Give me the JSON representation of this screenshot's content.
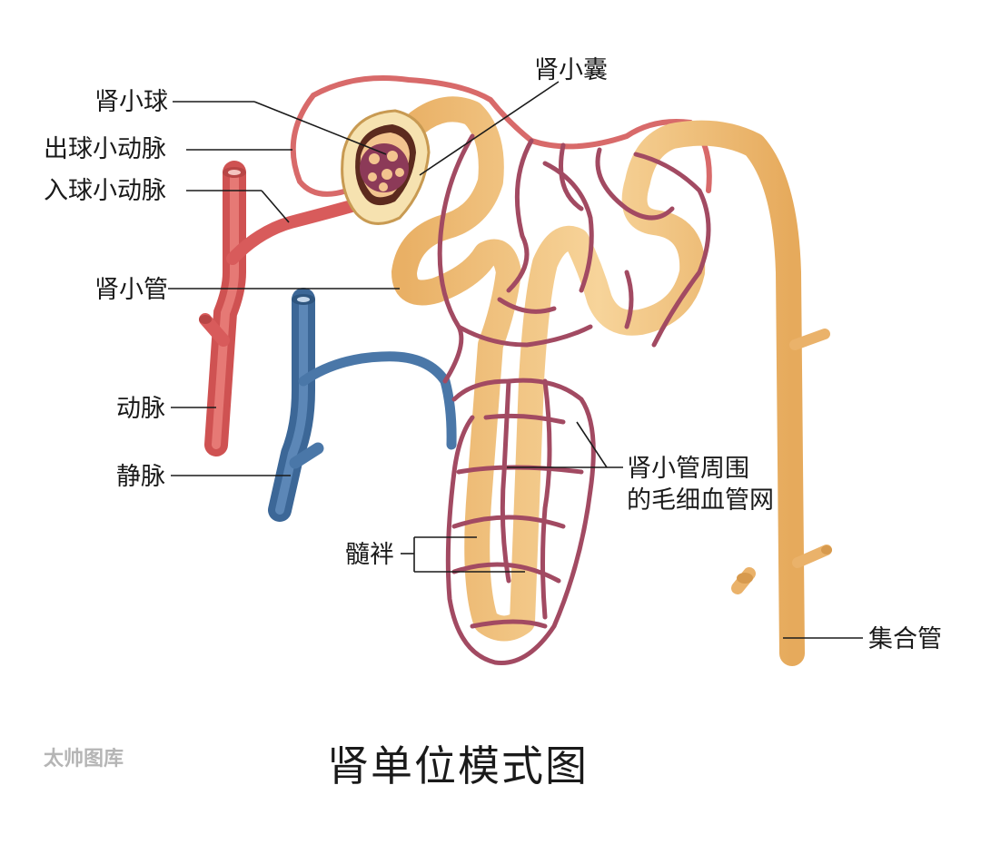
{
  "labels": {
    "glomerulus": "肾小球",
    "bowman_capsule": "肾小囊",
    "efferent_arteriole": "出球小动脉",
    "afferent_arteriole": "入球小动脉",
    "renal_tubule": "肾小管",
    "artery": "动脉",
    "vein": "静脉",
    "peritubular_capillaries_line1": "肾小管周围",
    "peritubular_capillaries_line2": "的毛细血管网",
    "loop_of_henle": "髓袢",
    "collecting_duct": "集合管"
  },
  "title": "肾单位模式图",
  "watermark": "太帅图库",
  "colors": {
    "artery": "#e06a6a",
    "vein": "#4a77a8",
    "tubule": "#f2c37c",
    "capillary": "#a24a62",
    "capsule": "#f6e2b0"
  }
}
